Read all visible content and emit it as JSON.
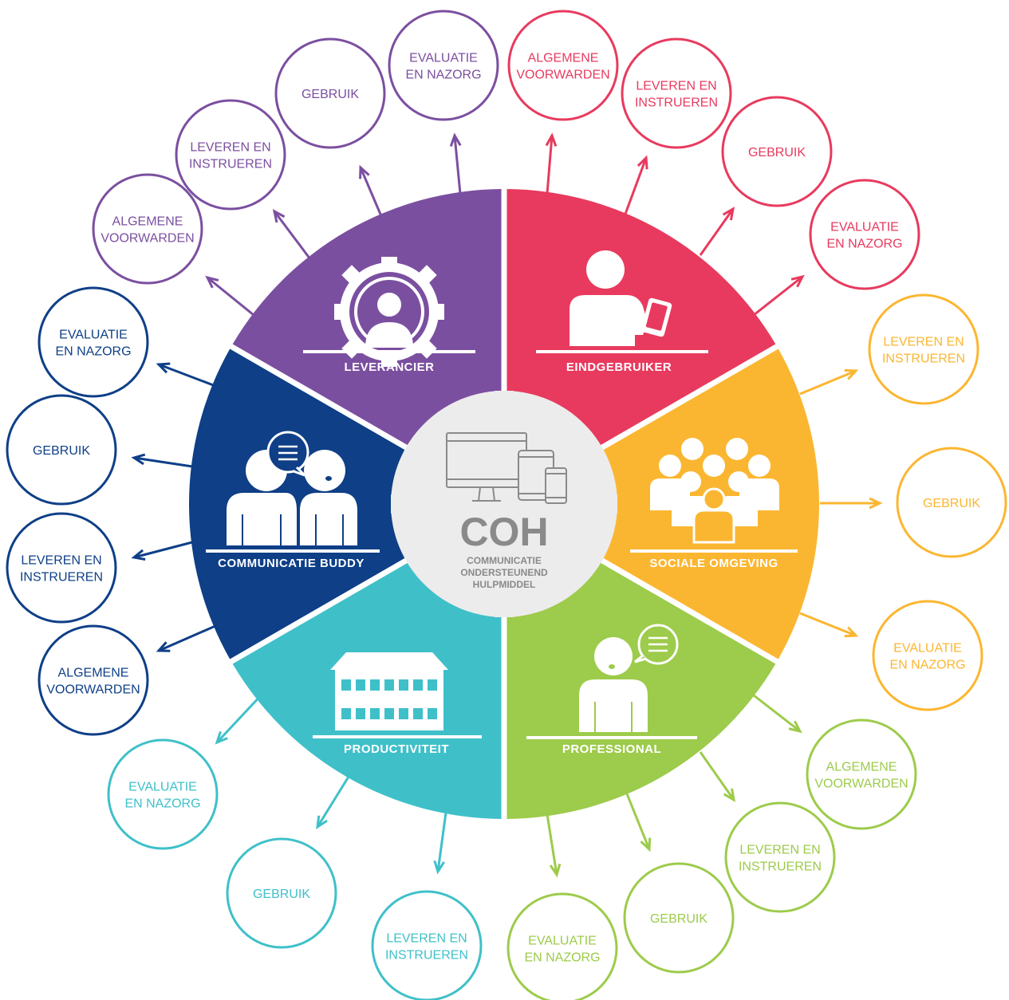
{
  "center": {
    "title": "COH",
    "subtitle_lines": [
      "COMMUNICATIE",
      "ONDERSTEUNEND",
      "HULPMIDDEL"
    ],
    "icon": "devices-icon"
  },
  "segments": [
    {
      "key": "leverancier",
      "label": "LEVERANCIER",
      "color": "#7b4fa0",
      "icon": "gear-person-icon",
      "bubbles": [
        [
          "ALGEMENE",
          "VOORWARDEN"
        ],
        [
          "LEVEREN EN",
          "INSTRUEREN"
        ],
        [
          "GEBRUIK"
        ],
        [
          "EVALUATIE",
          "EN NAZORG"
        ]
      ]
    },
    {
      "key": "eindgebruiker",
      "label": "EINDGEBRUIKER",
      "color": "#e83a5e",
      "icon": "person-phone-icon",
      "bubbles": [
        [
          "ALGEMENE",
          "VOORWARDEN"
        ],
        [
          "LEVEREN EN",
          "INSTRUEREN"
        ],
        [
          "GEBRUIK"
        ],
        [
          "EVALUATIE",
          "EN NAZORG"
        ]
      ]
    },
    {
      "key": "sociale-omgeving",
      "label": "SOCIALE OMGEVING",
      "color": "#fbb631",
      "icon": "group-icon",
      "bubbles": [
        [
          "LEVEREN EN",
          "INSTRUEREN"
        ],
        [
          "GEBRUIK"
        ],
        [
          "EVALUATIE",
          "EN NAZORG"
        ]
      ]
    },
    {
      "key": "professional",
      "label": "PROFESSIONAL",
      "color": "#9dcb4b",
      "icon": "person-speech-icon",
      "bubbles": [
        [
          "ALGEMENE",
          "VOORWARDEN"
        ],
        [
          "LEVEREN EN",
          "INSTRUEREN"
        ],
        [
          "GEBRUIK"
        ],
        [
          "EVALUATIE",
          "EN NAZORG"
        ]
      ]
    },
    {
      "key": "productiviteit",
      "label": "PRODUCTIVITEIT",
      "color": "#3fc0c9",
      "icon": "building-icon",
      "bubbles": [
        [
          "EVALUATIE",
          "EN NAZORG"
        ],
        [
          "GEBRUIK"
        ],
        [
          "LEVEREN EN",
          "INSTRUEREN"
        ]
      ]
    },
    {
      "key": "communicatie-buddy",
      "label": "COMMUNICATIE BUDDY",
      "color": "#0e3f87",
      "icon": "two-people-chat-icon",
      "bubbles": [
        [
          "EVALUATIE",
          "EN NAZORG"
        ],
        [
          "GEBRUIK"
        ],
        [
          "LEVEREN EN",
          "INSTRUEREN"
        ],
        [
          "ALGEMENE",
          "VOORWARDEN"
        ]
      ]
    }
  ]
}
